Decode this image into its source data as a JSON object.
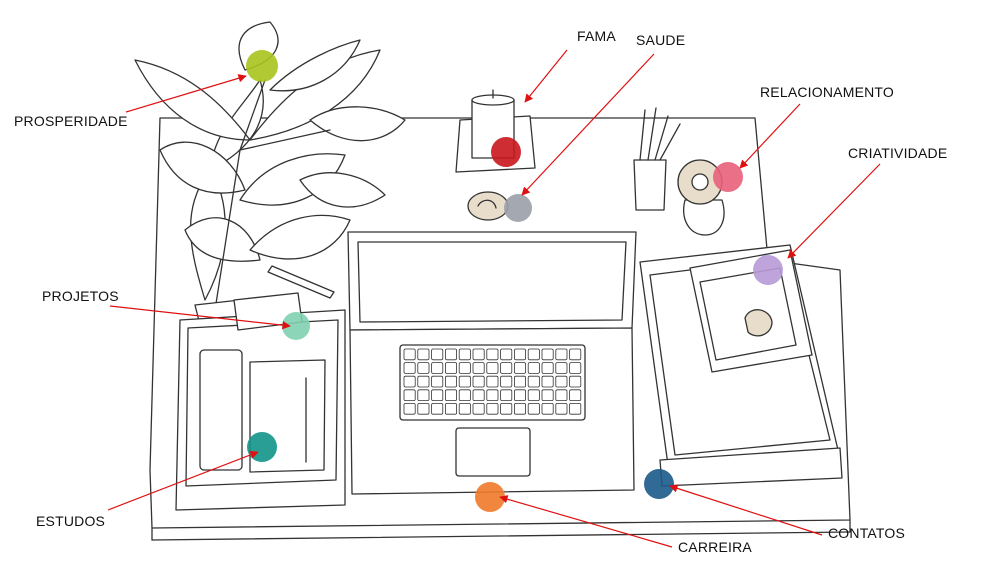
{
  "labels": {
    "fama": "FAMA",
    "saude": "SAUDE",
    "prosperidade": "PROSPERIDADE",
    "relacionamento": "RELACIONAMENTO",
    "criatividade": "CRIATIVIDADE",
    "projetos": "PROJETOS",
    "estudos": "ESTUDOS",
    "carreira": "CARREIRA",
    "contatos": "CONTATOS"
  },
  "colors": {
    "prosperidade": "#a8c41e",
    "fama": "#c8161d",
    "saude": "#9aa0a8",
    "relacionamento": "#e8607a",
    "criatividade": "#b89ad8",
    "projetos": "#7fd0b0",
    "estudos": "#12948a",
    "carreira": "#f07a2a",
    "contatos": "#1a5a8a",
    "arrow": "#e01010",
    "sketch": "#333333"
  }
}
